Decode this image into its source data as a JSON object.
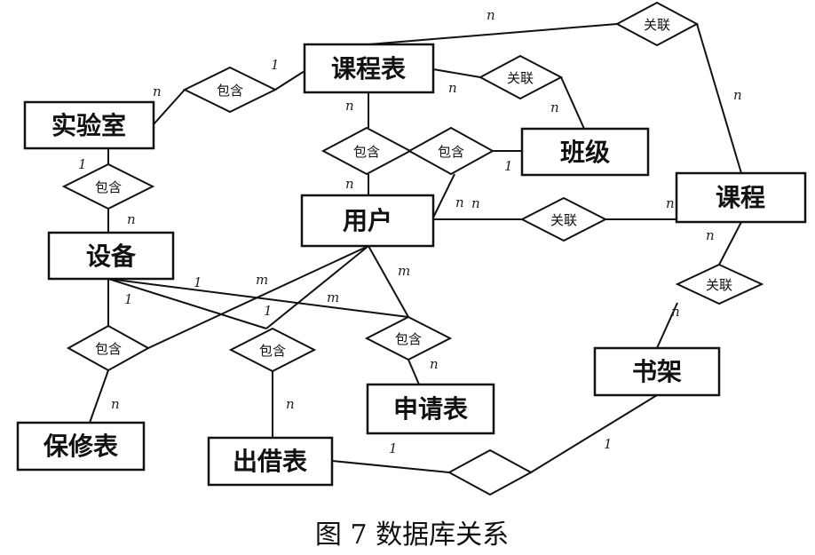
{
  "entities": {
    "kechengbiao": "课程表",
    "shiyanshi": "实验室",
    "banji": "班级",
    "yonghu": "用户",
    "kecheng": "课程",
    "shebei": "设备",
    "shujia": "书架",
    "shenqingbiao": "申请表",
    "baoxiubiao": "保修表",
    "chujiebiao": "出借表"
  },
  "relationships": {
    "guanlian": "关联",
    "baohan": "包含",
    "unlabeled": ""
  },
  "cardinalities": {
    "one": "1",
    "n": "n",
    "m": "m"
  },
  "caption": "图 7 数据库关系"
}
